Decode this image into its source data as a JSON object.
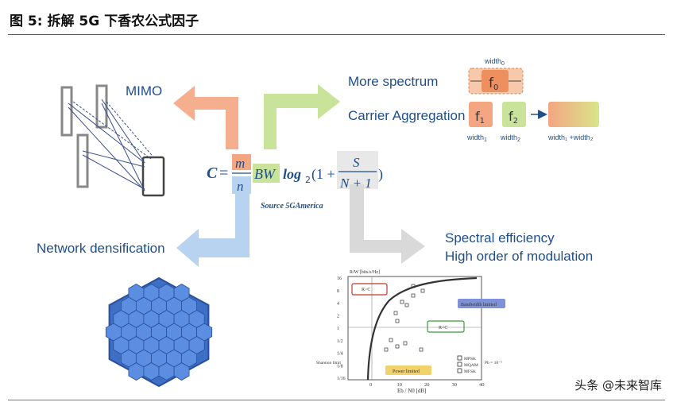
{
  "figure": {
    "title": "图 5:   拆解 5G 下香农公式因子",
    "watermark": "头条 @未来智库"
  },
  "labels": {
    "mimo": "MIMO",
    "more_spectrum": "More spectrum",
    "carrier_aggregation": "Carrier Aggregation",
    "network_densification": "Network densification",
    "spectral_efficiency": "Spectral efficiency",
    "high_order_modulation": "High order of modulation",
    "source": "Source 5GAmerica"
  },
  "formula": {
    "c": "C",
    "eq": "=",
    "m": "m",
    "n": "n",
    "bw": "BW",
    "log": "log",
    "log_base": "2",
    "open": "(1 +",
    "s": "S",
    "n1": "N + 1",
    "close": ")"
  },
  "spectrum_blocks": {
    "width0": "width",
    "width0_sub": "0",
    "f0": "f",
    "f0_sub": "0",
    "f1": "f",
    "f1_sub": "1",
    "f2": "f",
    "f2_sub": "2",
    "width1": "width",
    "width1_sub": "1",
    "width2": "width",
    "width2_sub": "2",
    "width_sum": "width₁ +width₂"
  },
  "mini_chart": {
    "ylabel": "R/W [bits/s/Hz]",
    "xlabel": "Eb / N0 [dB]",
    "y_ticks": [
      "16",
      "8",
      "4",
      "2",
      "1",
      "1/2",
      "1/4",
      "1/8",
      "1/16"
    ],
    "x_ticks": [
      "0",
      "10",
      "20",
      "30",
      "40"
    ],
    "region_labels": [
      "R>C",
      "Bandwidth limited",
      "R<C",
      "Power limited"
    ],
    "annotation_left": "Shannon limit",
    "legend": [
      "MPSK",
      "MQAM",
      "MFSK"
    ],
    "pb": "Pb = 10⁻⁵",
    "colors": {
      "red": "#c0392b",
      "blue": "#3b5bbd",
      "green": "#3a9a3a",
      "yellow": "#e8c23a"
    }
  },
  "colors": {
    "orange_arrow": "#f4a582",
    "green_arrow": "#c9e39a",
    "blue_arrow": "#b7d3ef",
    "grey_arrow": "#d9d9d9",
    "hex_blue": "#3d6fc6",
    "label_blue": "#1f4e8c"
  }
}
